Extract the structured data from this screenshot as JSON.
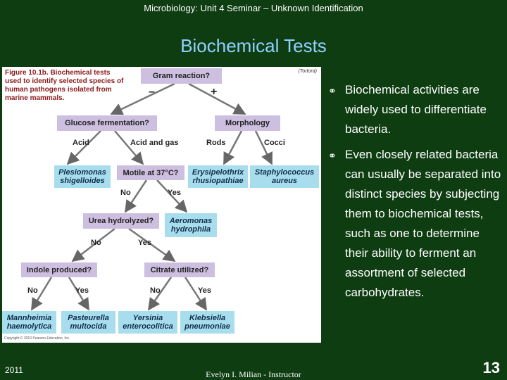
{
  "header": "Microbiology:  Unit 4 Seminar – Unknown Identification",
  "title": "Biochemical Tests",
  "figure": {
    "caption": "Figure 10.1b. Biochemical tests used to identify selected species of human pathogens isolated from marine mammals.",
    "credit": "(Tortora)",
    "copyright": "Copyright © 2010 Pearson Education, Inc.",
    "nodes": {
      "gram": "Gram reaction?",
      "glucose": "Glucose fermentation?",
      "morphology": "Morphology",
      "plesiomonas": "Plesiomonas shigelloides",
      "motile": "Motile at 37°C?",
      "erysipelothrix": "Erysipelothrix rhusiopathiae",
      "staphylococcus": "Staphylococcus aureus",
      "urea": "Urea hydrolyzed?",
      "aeromonas": "Aeromonas hydrophila",
      "indole": "Indole produced?",
      "citrate": "Citrate utilized?",
      "mannheimia": "Mannheimia haemolytica",
      "pasteurella": "Pasteurella multocida",
      "yersinia": "Yersinia enterocolitica",
      "klebsiella": "Klebsiella pneumoniae"
    },
    "edge_labels": {
      "minus": "–",
      "plus": "+",
      "acid": "Acid",
      "acid_gas": "Acid and gas",
      "rods": "Rods",
      "cocci": "Cocci",
      "no": "No",
      "yes": "Yes"
    }
  },
  "bullets": [
    "Biochemical activities are widely used to differentiate bacteria.",
    "Even closely related bacteria can usually be separated into distinct species by subjecting them to biochemical tests, such as one to determine their ability to ferment an assortment of selected carbohydrates."
  ],
  "footer": {
    "year": "2011",
    "author": "Evelyn I. Milian - Instructor",
    "page": "13"
  },
  "colors": {
    "background": "#0f3d12",
    "title": "#8fd0ff",
    "question_box": "#cdbfe0",
    "result_box": "#a8ddee",
    "caption": "#8b1a1a"
  }
}
